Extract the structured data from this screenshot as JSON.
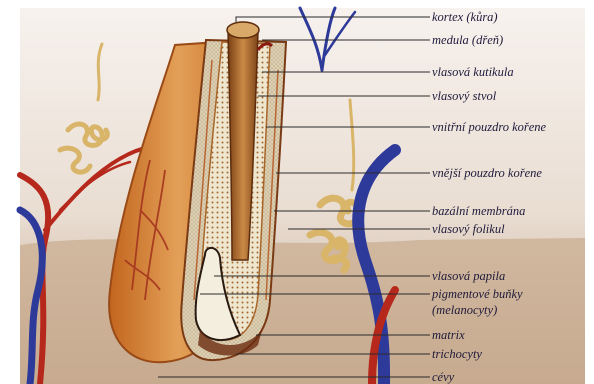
{
  "labels": [
    {
      "id": "kortex",
      "text": "kortex (kůra)"
    },
    {
      "id": "medula",
      "text": "medula (dřeň)"
    },
    {
      "id": "kutikula",
      "text": "vlasová kutikula"
    },
    {
      "id": "stvol",
      "text": "vlasový stvol"
    },
    {
      "id": "vnitrni",
      "text": "vnitřní pouzdro kořene"
    },
    {
      "id": "vnejsi",
      "text": "vnější pouzdro kořene"
    },
    {
      "id": "bazalni",
      "text": "bazální membrána"
    },
    {
      "id": "folikul",
      "text": "vlasový folikul"
    },
    {
      "id": "papila",
      "text": "vlasová papila"
    },
    {
      "id": "pigment_1",
      "text": "pigmentové buňky"
    },
    {
      "id": "pigment_2",
      "text": "(melanocyty)"
    },
    {
      "id": "matrix",
      "text": "matrix"
    },
    {
      "id": "trichocyty",
      "text": "trichocyty"
    },
    {
      "id": "cevy",
      "text": "cévy"
    }
  ],
  "colors": {
    "background": "#ffffff",
    "skin": "#f3ece6",
    "dermis": "#c8aa8f",
    "follicle_outer": "#cf7a2a",
    "follicle_stripe": "#b24e18",
    "shaft": "#9a5a24",
    "artery": "#b6281c",
    "vein": "#2d3a9a",
    "gland": "#e7cf95",
    "leader": "#2a2a2a",
    "label": "#1e1a3a"
  }
}
